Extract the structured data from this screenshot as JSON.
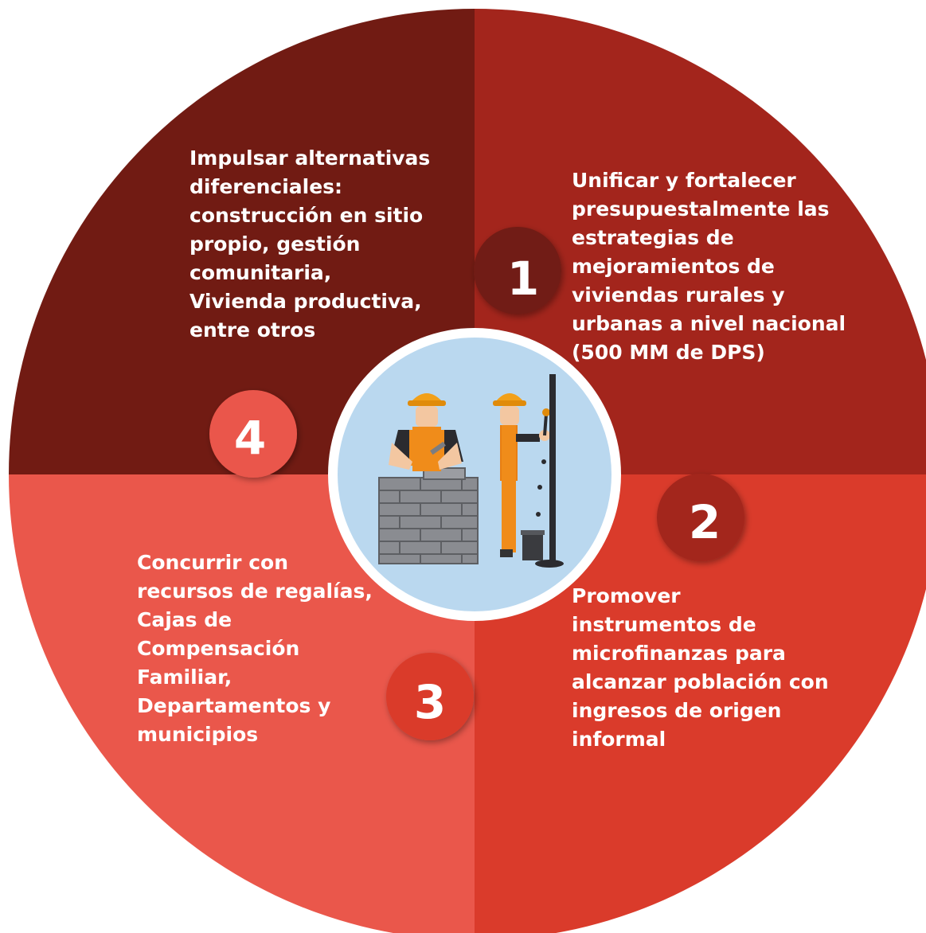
{
  "colors": {
    "q1": "#a3251c",
    "q2": "#da3b2b",
    "q3": "#ea574b",
    "q4": "#711b13",
    "center": "#bad8ef",
    "text": "#ffffff"
  },
  "steps": [
    {
      "number": "1",
      "text": "Unificar y fortalecer\npresupuestalmente las\nestrategias de\nmejoramientos de\nviviendas rurales y\nurbanas a nivel nacional\n(500 MM de DPS)"
    },
    {
      "number": "2",
      "text": "Promover\ninstrumentos de\nmicrofinanzas para\nalcanzar población con\ningresos de origen\ninformal"
    },
    {
      "number": "3",
      "text": "Concurrir con\nrecursos de regalías,\nCajas de\nCompensación\nFamiliar,\nDepartamentos y\nmunicipios"
    },
    {
      "number": "4",
      "text": "Impulsar alternativas\ndiferenciales:\nconstrucción en sitio\npropio, gestión\ncomunitaria,\nVivienda productiva,\nentre otros"
    }
  ],
  "center_illustration": {
    "icons": [
      "bricklayer-worker-icon",
      "brick-wall-icon",
      "painter-worker-icon",
      "paint-bucket-icon"
    ]
  }
}
